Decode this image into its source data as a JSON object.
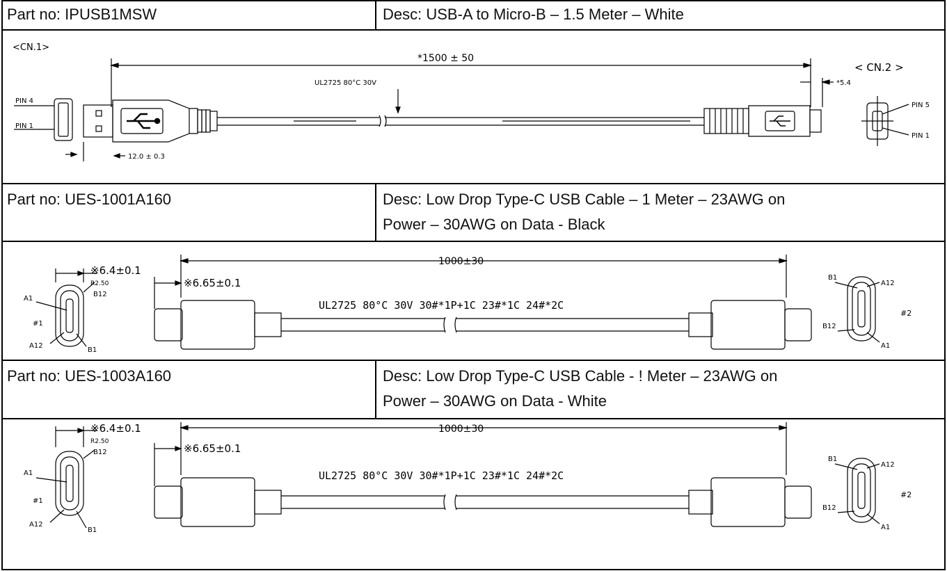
{
  "rows": [
    {
      "part": "Part no: IPUSB1MSW",
      "desc": "Desc: USB-A to Micro-B – 1.5 Meter – White",
      "drawing": {
        "cn1": "<CN.1>",
        "cn2": "< CN.2 >",
        "length": "*1500  ± 50",
        "cable_spec": "UL2725 80°C 30V",
        "pin4": "PIN 4",
        "pin1_left": "PIN 1",
        "pin5": "PIN 5",
        "pin1_right": "PIN 1",
        "dim_12": "12.0  ± 0.3",
        "dim_54": "*5.4"
      }
    },
    {
      "part": "Part no: UES-1001A160",
      "desc_line1": "Desc: Low Drop Type-C USB Cable – 1 Meter – 23AWG on",
      "desc_line2": "Power – 30AWG on Data - Black",
      "drawing": {
        "dim_64": "※6.4±0.1",
        "r250": "R2.50",
        "length": "1000±30",
        "dim_665": "※6.65±0.1",
        "cable_spec": "UL2725  80°C  30V  30#*1P+1C  23#*1C  24#*2C",
        "a1": "A1",
        "b12": "B12",
        "n1": "#1",
        "a12": "A12",
        "b1": "B1",
        "rb1": "B1",
        "ra12": "A12",
        "rn2": "#2",
        "rb12": "B12",
        "ra1": "A1"
      }
    },
    {
      "part": "Part no: UES-1003A160",
      "desc_line1": "Desc: Low Drop Type-C USB Cable - ! Meter – 23AWG on",
      "desc_line2": "Power – 30AWG on Data - White",
      "drawing": {
        "dim_64": "※6.4±0.1",
        "r250": "R2.50",
        "length": "1000±30",
        "dim_665": "※6.65±0.1",
        "cable_spec": "UL2725  80°C  30V  30#*1P+1C  23#*1C  24#*2C",
        "a1": "A1",
        "b12": "B12",
        "n1": "#1",
        "a12": "A12",
        "b1": "B1",
        "rb1": "B1",
        "ra12": "A12",
        "rn2": "#2",
        "rb12": "B12",
        "ra1": "A1"
      }
    }
  ]
}
